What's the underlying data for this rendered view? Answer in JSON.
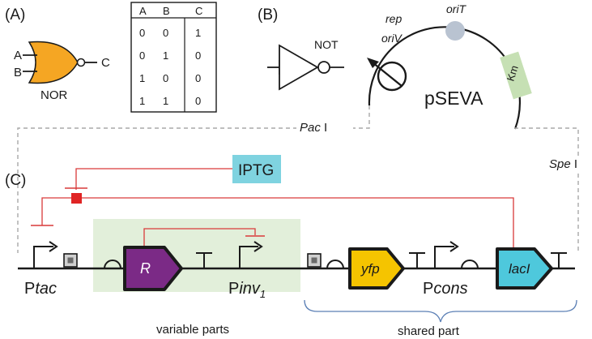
{
  "panels": {
    "a": {
      "label": "(A)",
      "gate_label": "NOR",
      "input_a": "A",
      "input_b": "B",
      "output_c": "C",
      "truth_table": {
        "headers": [
          "A",
          "B",
          "C"
        ],
        "rows": [
          [
            "0",
            "0",
            "1"
          ],
          [
            "0",
            "1",
            "0"
          ],
          [
            "1",
            "0",
            "0"
          ],
          [
            "1",
            "1",
            "0"
          ]
        ]
      }
    },
    "b": {
      "label": "(B)",
      "not_label": "NOT",
      "plasmid_name": "pSEVA",
      "rep_label": "rep",
      "oriv_label": "oriV",
      "orit_label": "oriT",
      "km_label": "Km",
      "pac_label": "Pac",
      "pac_suffix": " I",
      "spe_label": "Spe",
      "spe_suffix": " I"
    },
    "c": {
      "label": "(C)",
      "iptg_label": "IPTG",
      "ptac_prefix": "P",
      "ptac_suffix": "tac",
      "r_gene": "R",
      "pinv_prefix": "P",
      "pinv_suffix": "inv",
      "pinv_sub": "1",
      "yfp_gene": "yfp",
      "pcons_prefix": "P",
      "pcons_suffix": "cons",
      "laci_gene": "lacI",
      "variable_parts_label": "variable parts",
      "shared_part_label": "shared part"
    }
  },
  "colors": {
    "nor_gate": "#f5a623",
    "orit_marker": "#b9c3d1",
    "km_box": "#c6e0b4",
    "iptg_box": "#7fd3e0",
    "variable_region": "#e2efda",
    "r_gene": "#7b2a86",
    "yfp_gene": "#f5c400",
    "laci_gene": "#4ec8dc",
    "repression_line": "#d93a3a",
    "repression_node": "#e02424",
    "brace": "#5b7fb5",
    "dashed_line": "#a9a9a9"
  }
}
